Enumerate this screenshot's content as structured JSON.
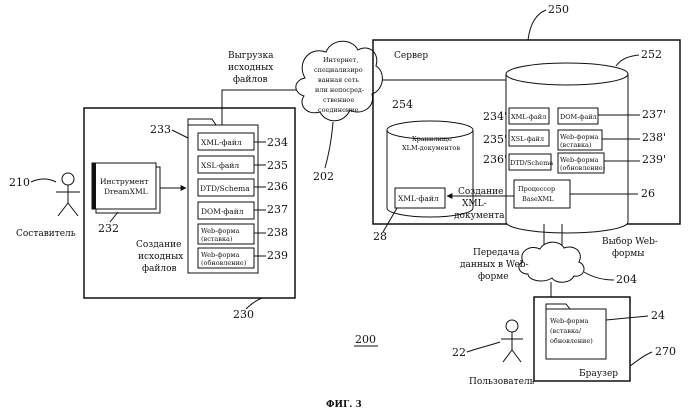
{
  "figure": {
    "caption": "ФИГ. 3",
    "system_number": "200"
  },
  "author": {
    "number": "210",
    "label": "Составитель"
  },
  "authoring_system": {
    "number": "230",
    "tool_number": "232",
    "tool_line1": "Инструмент",
    "tool_line2": "DreamXML",
    "create_line1": "Создание",
    "create_line2": "исходных",
    "create_line3": "файлов",
    "folder_number": "233",
    "files": [
      {
        "label": "XML-файл",
        "number": "234"
      },
      {
        "label": "XSL-файл",
        "number": "235"
      },
      {
        "label": "DTD/Schema",
        "number": "236"
      },
      {
        "label": "DOM-файл",
        "number": "237"
      },
      {
        "label_line1": "Web-форма",
        "label_line2": "(вставка)",
        "number": "238"
      },
      {
        "label_line1": "Web-форма",
        "label_line2": "(обновление)",
        "number": "239"
      }
    ]
  },
  "upload": {
    "line1": "Выгрузка",
    "line2": "исходных",
    "line3": "файлов"
  },
  "network_202": {
    "number": "202",
    "line1": "Интернет,",
    "line2": "специализиро",
    "line3": "ванная сеть",
    "line4": "или непосред-",
    "line5": "ственное",
    "line6": "соединение"
  },
  "server": {
    "number": "250",
    "label": "Сервер",
    "db_number": "252",
    "repo_number": "254",
    "repo_line1": "Хранилище",
    "repo_line2": "XLM-документов",
    "files": [
      {
        "label": "XML-файл",
        "number": "234'"
      },
      {
        "label": "DOM-файл",
        "number": "237'"
      },
      {
        "label": "XSL-файл",
        "number": "235'"
      },
      {
        "label_line1": "Web-форма",
        "label_line2": "(вставка)",
        "number": "238'"
      },
      {
        "label": "DTD/Schema",
        "number": "236'"
      },
      {
        "label_line1": "Web-форма",
        "label_line2": "(обновление)",
        "number": "239'"
      }
    ],
    "processor_line1": "Процессор",
    "processor_line2": "BaseXML",
    "processor_number": "26",
    "xml_file_label": "XML-файл",
    "xml_file_number": "28",
    "create_line1": "Создание",
    "create_line2": "XML-",
    "create_line3": "документа"
  },
  "network_204": {
    "number": "204"
  },
  "transfer": {
    "line1": "Передача",
    "line2": "данных в Web-",
    "line3": "форме"
  },
  "select": {
    "line1": "Выбор Web-",
    "line2": "формы"
  },
  "user": {
    "number": "22",
    "label": "Пользователь"
  },
  "browser": {
    "number": "270",
    "label": "Браузер",
    "form_number": "24",
    "form_line1": "Web-форма",
    "form_line2": "(вставка/",
    "form_line3": "обновление)"
  }
}
